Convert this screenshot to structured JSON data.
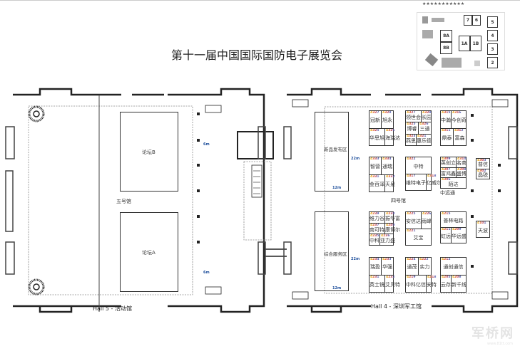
{
  "header": {
    "stars": "★★★★★★★★★★★",
    "title": "第十一届中国国际国防电子展览会"
  },
  "keymap": {
    "halls": [
      "7",
      "6",
      "8A",
      "8B",
      "1A",
      "1B",
      "5",
      "4",
      "3",
      "2"
    ]
  },
  "hall5": {
    "name": "五号馆",
    "forum_b": "论坛B",
    "forum_a": "论坛A",
    "dim_top": "6m",
    "dim_bottom": "6m",
    "caption": "Hall 5 -  活动馆"
  },
  "hall4": {
    "name": "四号馆",
    "launch_area": "新品发布区",
    "service_area": "综合服务区",
    "dim_22m_a": "22m",
    "dim_12m_a": "12m",
    "dim_22m_b": "22m",
    "dim_12m_b": "12m",
    "caption": "Hall 4 - 深圳军工馆",
    "zhongyuantong": "中远通",
    "blocks": [
      {
        "rows": [
          [
            {
              "no": "4327",
              "name": "冠新"
            },
            {
              "no": "4328",
              "name": "旭永"
            }
          ],
          [
            {
              "no": "4325",
              "name": "华思旭"
            },
            {
              "no": "4326",
              "name": "海瑞达"
            }
          ]
        ]
      },
      {
        "rows": [
          [
            {
              "no": "4327",
              "name": "领世会"
            },
            {
              "no": "4328",
              "name": "长园"
            }
          ],
          [
            {
              "no": "4325",
              "name": "博睿"
            },
            {
              "no": "4326",
              "name": "三通"
            }
          ],
          [
            {
              "no": "4323",
              "name": "燕思"
            },
            {
              "no": "4321",
              "name": "惠乐德"
            }
          ]
        ]
      },
      {
        "rows": [
          [
            {
              "no": "4315",
              "name": "中瀚"
            },
            {
              "no": "4316",
              "name": "今创奇"
            }
          ],
          [
            {
              "no": "4311",
              "name": "鼎泰"
            },
            {
              "no": "4312",
              "name": "富森"
            }
          ]
        ]
      },
      {
        "rows": [
          [
            {
              "no": "4333",
              "name": "智营"
            },
            {
              "no": "4334",
              "name": "通瑞"
            }
          ],
          [
            {
              "no": "4331",
              "name": "金百泽"
            },
            {
              "no": "4332",
              "name": "天泉"
            }
          ]
        ]
      },
      {
        "rows": [
          [
            {
              "no": "4322",
              "name": "中特"
            }
          ],
          [
            {
              "no": "4317",
              "name": "维特电子"
            },
            {
              "no": "4318",
              "name": "亿威尔"
            }
          ]
        ]
      },
      {
        "rows": [
          [
            {
              "no": "4309",
              "name": "英创立"
            },
            {
              "no": "4310",
              "name": "名商"
            }
          ],
          [
            {
              "no": "4307",
              "name": "富鸿鑫"
            },
            {
              "no": "4308",
              "name": "盛博"
            }
          ],
          [
            {
              "no": "4306",
              "name": "陌达"
            }
          ]
        ]
      },
      {
        "rows": [
          [
            {
              "no": "4303",
              "name": "普信"
            }
          ],
          [
            {
              "no": "4302",
              "name": "晶锐"
            }
          ]
        ]
      },
      {
        "rows": [
          [
            {
              "no": "4239",
              "name": "维力谷"
            },
            {
              "no": "4238",
              "name": "振华富"
            }
          ],
          [
            {
              "no": "4237",
              "name": "南可特"
            },
            {
              "no": "4240",
              "name": "康博尔"
            }
          ],
          [
            {
              "no": "4235",
              "name": "中科"
            },
            {
              "no": "4236",
              "name": "亚力盛"
            }
          ]
        ]
      },
      {
        "rows": [
          [
            {
              "no": "4225",
              "name": "安信达"
            },
            {
              "no": "4226",
              "name": "雨峰"
            }
          ],
          [
            {
              "no": "4221",
              "name": "艾宝"
            }
          ]
        ]
      },
      {
        "rows": [
          [
            {
              "no": "4215",
              "name": "普林电路"
            }
          ],
          [
            {
              "no": "4211",
              "name": "虹远"
            },
            {
              "no": "4209",
              "name": "华远盛"
            }
          ]
        ]
      },
      {
        "rows": [
          [
            {
              "no": "4101",
              "name": "天波"
            }
          ]
        ]
      },
      {
        "rows": [
          [
            {
              "no": "4234",
              "name": "瑞盈"
            },
            {
              "no": "4233",
              "name": "华强"
            }
          ],
          [
            {
              "no": "4231",
              "name": "英士镜"
            },
            {
              "no": "4232",
              "name": "艾贝特"
            }
          ]
        ]
      },
      {
        "rows": [
          [
            {
              "no": "4224",
              "name": "通茂"
            },
            {
              "no": "4222",
              "name": "实力"
            }
          ],
          [
            {
              "no": "4219",
              "name": "中科亿信"
            },
            {
              "no": "4218",
              "name": "安特"
            }
          ]
        ]
      },
      {
        "rows": [
          [
            {
              "no": "4212",
              "name": "通创通信"
            }
          ],
          [
            {
              "no": "4205",
              "name": "云存"
            },
            {
              "no": "4208",
              "name": "新千线"
            }
          ]
        ]
      }
    ]
  },
  "watermark": {
    "text": "军桥网",
    "url": "www.81tt.com"
  }
}
